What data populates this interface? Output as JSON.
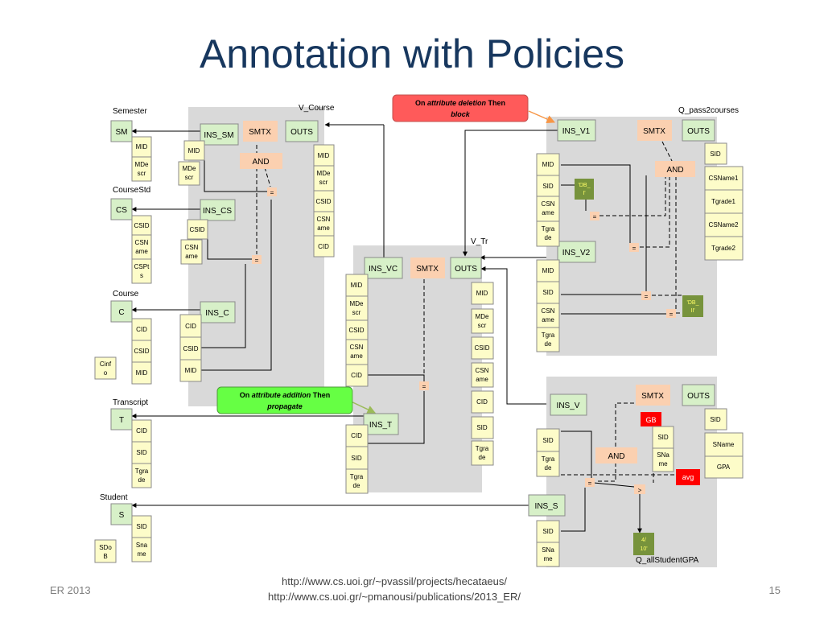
{
  "slide": {
    "title": "Annotation with Policies",
    "footer_left": "ER 2013",
    "footer_url_1": "http://www.cs.uoi.gr/~pvassil/projects/hecataeus/",
    "footer_url_2": "http://www.cs.uoi.gr/~pmanousi/publications/2013_ER/",
    "page_number": "15"
  },
  "colors": {
    "relation": "#d7f0c8",
    "attribute": "#fdfcc9",
    "operator": "#fbd0b0",
    "region": "#d9d9d9",
    "red_box": "#ff0000",
    "dark_green": "#77933c",
    "callout_red": "#ff5a5a",
    "callout_green": "#66ff44"
  },
  "labels": {
    "semester": "Semester",
    "coursestd": "CourseStd",
    "course": "Course",
    "transcript": "Transcript",
    "student": "Student",
    "v_course": "V_Course",
    "v_tr": "V_Tr",
    "q_pass2courses": "Q_pass2courses",
    "q_allstudentgpa": "Q_allStudentGPA"
  },
  "callouts": {
    "deletion": {
      "line1_a": "On ",
      "line1_b": "attribute deletion",
      "line1_c": " Then",
      "line2": "block"
    },
    "addition": {
      "line1_a": "On ",
      "line1_b": "attribute addition",
      "line1_c": " Then",
      "line2": "propagate"
    }
  },
  "nodes": {
    "sm": "SM",
    "cs": "CS",
    "c": "C",
    "t": "T",
    "s": "S",
    "ins_sm": "INS_SM",
    "ins_cs": "INS_CS",
    "ins_c": "INS_C",
    "ins_t": "INS_T",
    "ins_s": "INS_S",
    "ins_vc": "INS_VC",
    "ins_v1": "INS_V1",
    "ins_v2": "INS_V2",
    "ins_v": "INS_V",
    "outs": "OUTS",
    "smtx": "SMTX",
    "and": "AND",
    "eq": "=",
    "gt": ">",
    "gb": "GB",
    "avg": "avg",
    "db_1_line1": "'DB_",
    "db_1_line2": "I'",
    "db_2_line1": "'DB_",
    "db_2_line2": "II'",
    "const_line1": "4/",
    "const_line2": "10'"
  },
  "attrs": {
    "mid": "MID",
    "mdescr_1": "MDe",
    "mdescr_2": "scr",
    "csid": "CSID",
    "cid": "CID",
    "sid": "SID",
    "csname_1": "CSN",
    "csname_2": "ame",
    "cspts_1": "CSPt",
    "cspts_2": "s",
    "cinfo_1": "Cinf",
    "cinfo_2": "o",
    "tgrade_1": "Tgra",
    "tgrade_2": "de",
    "sdob_1": "SDo",
    "sdob_2": "B",
    "sname_1": "Sna",
    "sname_2": "me",
    "sna_1": "SNa",
    "sna_2": "me",
    "csname1": "CSName1",
    "tgrade1": "Tgrade1",
    "csname2": "CSName2",
    "tgrade2": "Tgrade2",
    "sname": "SName",
    "gpa": "GPA"
  }
}
